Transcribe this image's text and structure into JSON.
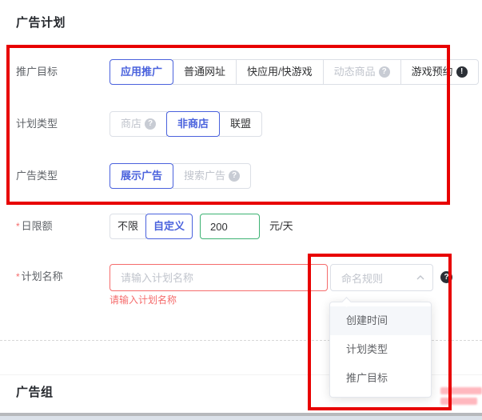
{
  "titles": {
    "campaign": "广告计划",
    "adgroup": "广告组"
  },
  "colors": {
    "accent_blue": "#4a62dd",
    "success_green": "#3db273",
    "danger_red": "#f56c6c",
    "annotation_red": "#e80000"
  },
  "icons": {
    "question": "?",
    "exclamation": "!"
  },
  "rows": {
    "promo_target": {
      "label": "推广目标",
      "options": [
        {
          "label": "应用推广"
        },
        {
          "label": "普通网址"
        },
        {
          "label": "快应用/快游戏"
        },
        {
          "label": "动态商品"
        },
        {
          "label": "游戏预约"
        }
      ]
    },
    "plan_type": {
      "label": "计划类型",
      "options": [
        {
          "label": "商店"
        },
        {
          "label": "非商店"
        },
        {
          "label": "联盟"
        }
      ]
    },
    "ad_type": {
      "label": "广告类型",
      "options": [
        {
          "label": "展示广告"
        },
        {
          "label": "搜索广告"
        }
      ]
    },
    "daily_limit": {
      "label": "日限额",
      "options": [
        {
          "label": "不限"
        },
        {
          "label": "自定义"
        }
      ],
      "amount_value": "200",
      "unit": "元/天"
    },
    "plan_name": {
      "label": "计划名称",
      "placeholder": "请输入计划名称",
      "error": "请输入计划名称",
      "naming_rule": {
        "placeholder": "命名规则",
        "options": [
          {
            "label": "创建时间"
          },
          {
            "label": "计划类型"
          },
          {
            "label": "推广目标"
          }
        ]
      }
    }
  }
}
